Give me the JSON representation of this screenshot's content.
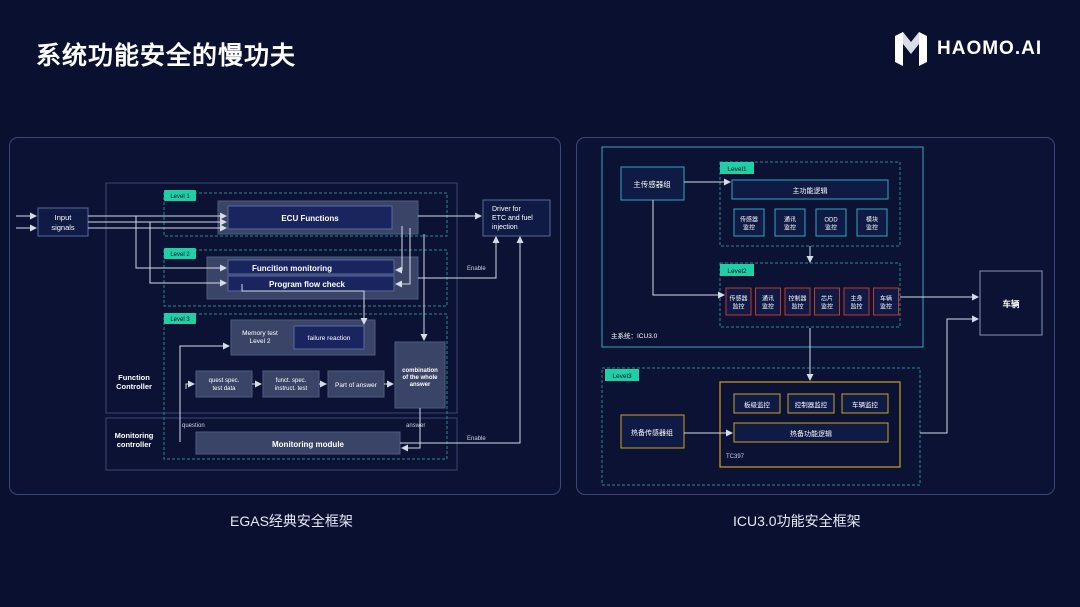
{
  "page": {
    "title": "系统功能安全的慢功夫",
    "logo_text": "HAOMO.AI"
  },
  "egas": {
    "caption": "EGAS经典安全框架",
    "input_signals": [
      "Input",
      "signals"
    ],
    "driver": [
      "Driver for",
      "ETC and fuel",
      "injection"
    ],
    "level1": "Level 1",
    "level2": "Level 2",
    "level3": "Level 3",
    "ecu_functions": "ECU Functions",
    "function_monitoring": "Funcition monitoring",
    "program_flow_check": "Program flow check",
    "enable_top": "Enable",
    "memory_test": [
      "Memory test",
      "Level 2"
    ],
    "failure_reaction": "failure reaction",
    "function_controller": [
      "Function",
      "Controller"
    ],
    "quest_spec": [
      "quest spec.",
      "test data"
    ],
    "funct_spec": [
      "funct. spec.",
      "instruct. test"
    ],
    "part_of_answer": "Part of answer",
    "combination": [
      "combination",
      "of the whole",
      "answer"
    ],
    "monitoring_controller": [
      "Monitoring",
      "controller"
    ],
    "question": "question",
    "answer": "answer",
    "monitoring_module": "Monitoring module",
    "enable_bottom": "Enable"
  },
  "icu": {
    "caption": "ICU3.0功能安全框架",
    "main_sensor": "主传感器组",
    "level1": "Level1",
    "main_logic": "主功能逻辑",
    "level1_monitors": [
      [
        "传感器",
        "监控"
      ],
      [
        "通讯",
        "监控"
      ],
      [
        "ODD",
        "监控"
      ],
      [
        "模块",
        "监控"
      ]
    ],
    "level2": "Level2",
    "level2_monitors": [
      [
        "传感器",
        "监控"
      ],
      [
        "通讯",
        "监控"
      ],
      [
        "控制器",
        "监控"
      ],
      [
        "芯片",
        "监控"
      ],
      [
        "主身",
        "监控"
      ],
      [
        "车辆",
        "监控"
      ]
    ],
    "main_system": "主系统：ICU3.0",
    "vehicle": "车辆",
    "level3": "Level3",
    "level3_monitors": [
      "板级监控",
      "控制器监控",
      "车辆监控"
    ],
    "hot_standby_sensor": "热备传感器组",
    "hot_standby_logic": "热备功能逻辑",
    "tc397": "TC397"
  },
  "colors": {
    "background": "#0a1030",
    "panel_border": "#3a4876",
    "level_tag": "#1fd0a4",
    "dashed_teal": "#2a8a8c",
    "icu_box_border": "#2fa8c0",
    "red_box_border": "#c0392b",
    "gold_box_border": "#c9a227"
  }
}
